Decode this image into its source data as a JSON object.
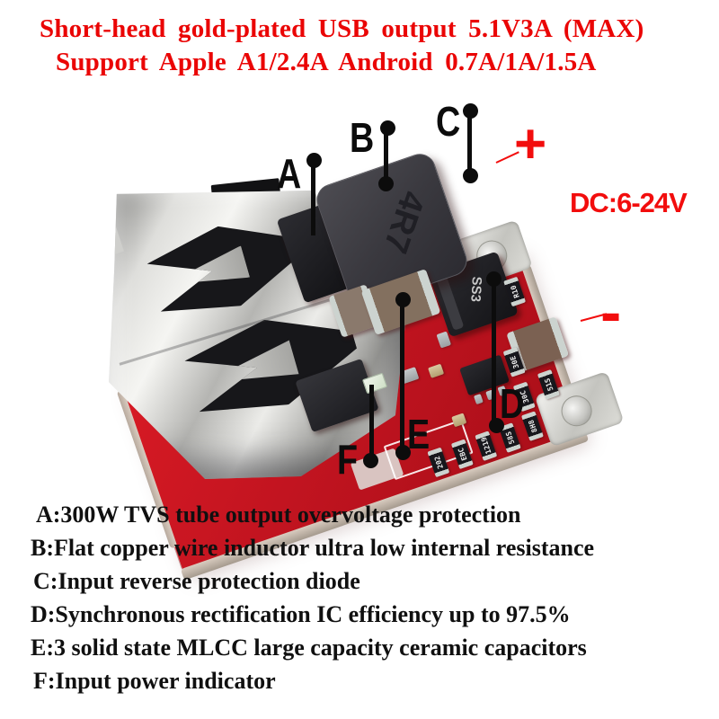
{
  "header": {
    "line1": "Short-head gold-plated USB output 5.1V3A (MAX)",
    "line2": "Support Apple A1/2.4A Android 0.7A/1A/1.5A"
  },
  "module": {
    "callouts": {
      "a": "A",
      "b": "B",
      "c": "C",
      "d": "D",
      "e": "E",
      "f": "F"
    },
    "annotations": {
      "plus": "+",
      "minus": "-",
      "voltage": "DC:6-24V"
    },
    "markings": {
      "inductor": "4R7",
      "diode": "SS3"
    },
    "resistors": {
      "r1": "R10",
      "r2": "30E",
      "r3": "30C",
      "r4": "51S",
      "r5": "202",
      "r6": "EBC",
      "r7": "1219",
      "r8": "58S",
      "r9": "8H8"
    }
  },
  "descriptions": {
    "a": "A:300W TVS tube output overvoltage protection",
    "b": "B:Flat copper wire inductor ultra low internal resistance",
    "c": "C:Input reverse protection diode",
    "d": "D:Synchronous rectification IC efficiency up to 97.5%",
    "e": "E:3 solid state MLCC large capacity ceramic capacitors",
    "f": "F:Input power indicator"
  },
  "colors": {
    "accent_red": "#ea0505",
    "pcb_red": "#c21420"
  }
}
